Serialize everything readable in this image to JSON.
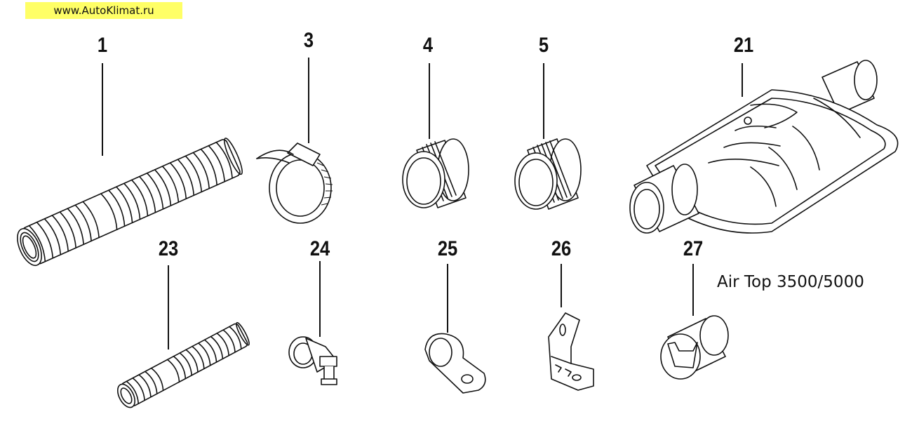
{
  "header": {
    "watermark": "www.AutoKlimat.ru"
  },
  "caption": "Air Top 3500/5000",
  "parts": [
    {
      "number": "1",
      "icon": "flexible-exhaust-hose-icon"
    },
    {
      "number": "3",
      "icon": "hose-clamp-icon"
    },
    {
      "number": "4",
      "icon": "hose-connector-icon"
    },
    {
      "number": "5",
      "icon": "hose-connector-icon"
    },
    {
      "number": "21",
      "icon": "exhaust-silencer-icon"
    },
    {
      "number": "23",
      "icon": "flexible-hose-short-icon"
    },
    {
      "number": "24",
      "icon": "pipe-clamp-with-bolt-icon"
    },
    {
      "number": "25",
      "icon": "p-clip-icon"
    },
    {
      "number": "26",
      "icon": "mounting-bracket-icon"
    },
    {
      "number": "27",
      "icon": "end-cap-icon"
    }
  ]
}
